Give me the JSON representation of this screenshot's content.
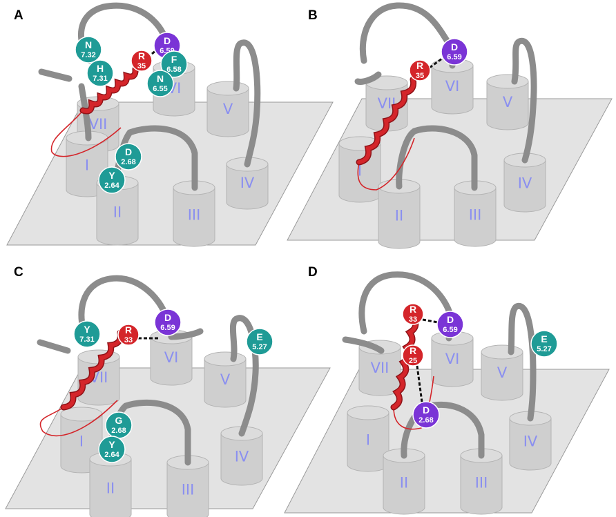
{
  "colors": {
    "receptor_residue": "#1f9b96",
    "acidic_residue": "#7a34d6",
    "peptide": "#d4252a",
    "peptide_dark": "#8f1318",
    "loop": "#8c8c8c",
    "cylinder": "#cfcfcf",
    "membrane": "#e3e3e3",
    "label": "#8a8ff0",
    "salt_bridge": "#111111"
  },
  "panels": [
    {
      "letter": "A",
      "helices": [
        "I",
        "II",
        "III",
        "IV",
        "V",
        "VI",
        "VII"
      ],
      "residues": [
        {
          "aa": "N",
          "pos": "7.32",
          "kind": "receptor"
        },
        {
          "aa": "H",
          "pos": "7.31",
          "kind": "receptor"
        },
        {
          "aa": "D",
          "pos": "6.59",
          "kind": "acidic"
        },
        {
          "aa": "R",
          "pos": "35",
          "kind": "peptide"
        },
        {
          "aa": "F",
          "pos": "6.58",
          "kind": "receptor"
        },
        {
          "aa": "N",
          "pos": "6.55",
          "kind": "receptor"
        },
        {
          "aa": "D",
          "pos": "2.68",
          "kind": "receptor"
        },
        {
          "aa": "Y",
          "pos": "2.64",
          "kind": "receptor"
        }
      ]
    },
    {
      "letter": "B",
      "helices": [
        "I",
        "II",
        "III",
        "IV",
        "V",
        "VI",
        "VII"
      ],
      "residues": [
        {
          "aa": "D",
          "pos": "6.59",
          "kind": "acidic"
        },
        {
          "aa": "R",
          "pos": "35",
          "kind": "peptide"
        }
      ]
    },
    {
      "letter": "C",
      "helices": [
        "I",
        "II",
        "III",
        "IV",
        "V",
        "VI",
        "VII"
      ],
      "residues": [
        {
          "aa": "Y",
          "pos": "7.31",
          "kind": "receptor"
        },
        {
          "aa": "R",
          "pos": "33",
          "kind": "peptide"
        },
        {
          "aa": "D",
          "pos": "6.59",
          "kind": "acidic"
        },
        {
          "aa": "E",
          "pos": "5.27",
          "kind": "receptor"
        },
        {
          "aa": "G",
          "pos": "2.68",
          "kind": "receptor"
        },
        {
          "aa": "Y",
          "pos": "2.64",
          "kind": "receptor"
        }
      ]
    },
    {
      "letter": "D",
      "helices": [
        "I",
        "II",
        "III",
        "IV",
        "V",
        "VI",
        "VII"
      ],
      "residues": [
        {
          "aa": "R",
          "pos": "33",
          "kind": "peptide"
        },
        {
          "aa": "D",
          "pos": "6.59",
          "kind": "acidic"
        },
        {
          "aa": "E",
          "pos": "5.27",
          "kind": "receptor"
        },
        {
          "aa": "R",
          "pos": "25",
          "kind": "peptide"
        },
        {
          "aa": "D",
          "pos": "2.68",
          "kind": "acidic"
        }
      ]
    }
  ]
}
